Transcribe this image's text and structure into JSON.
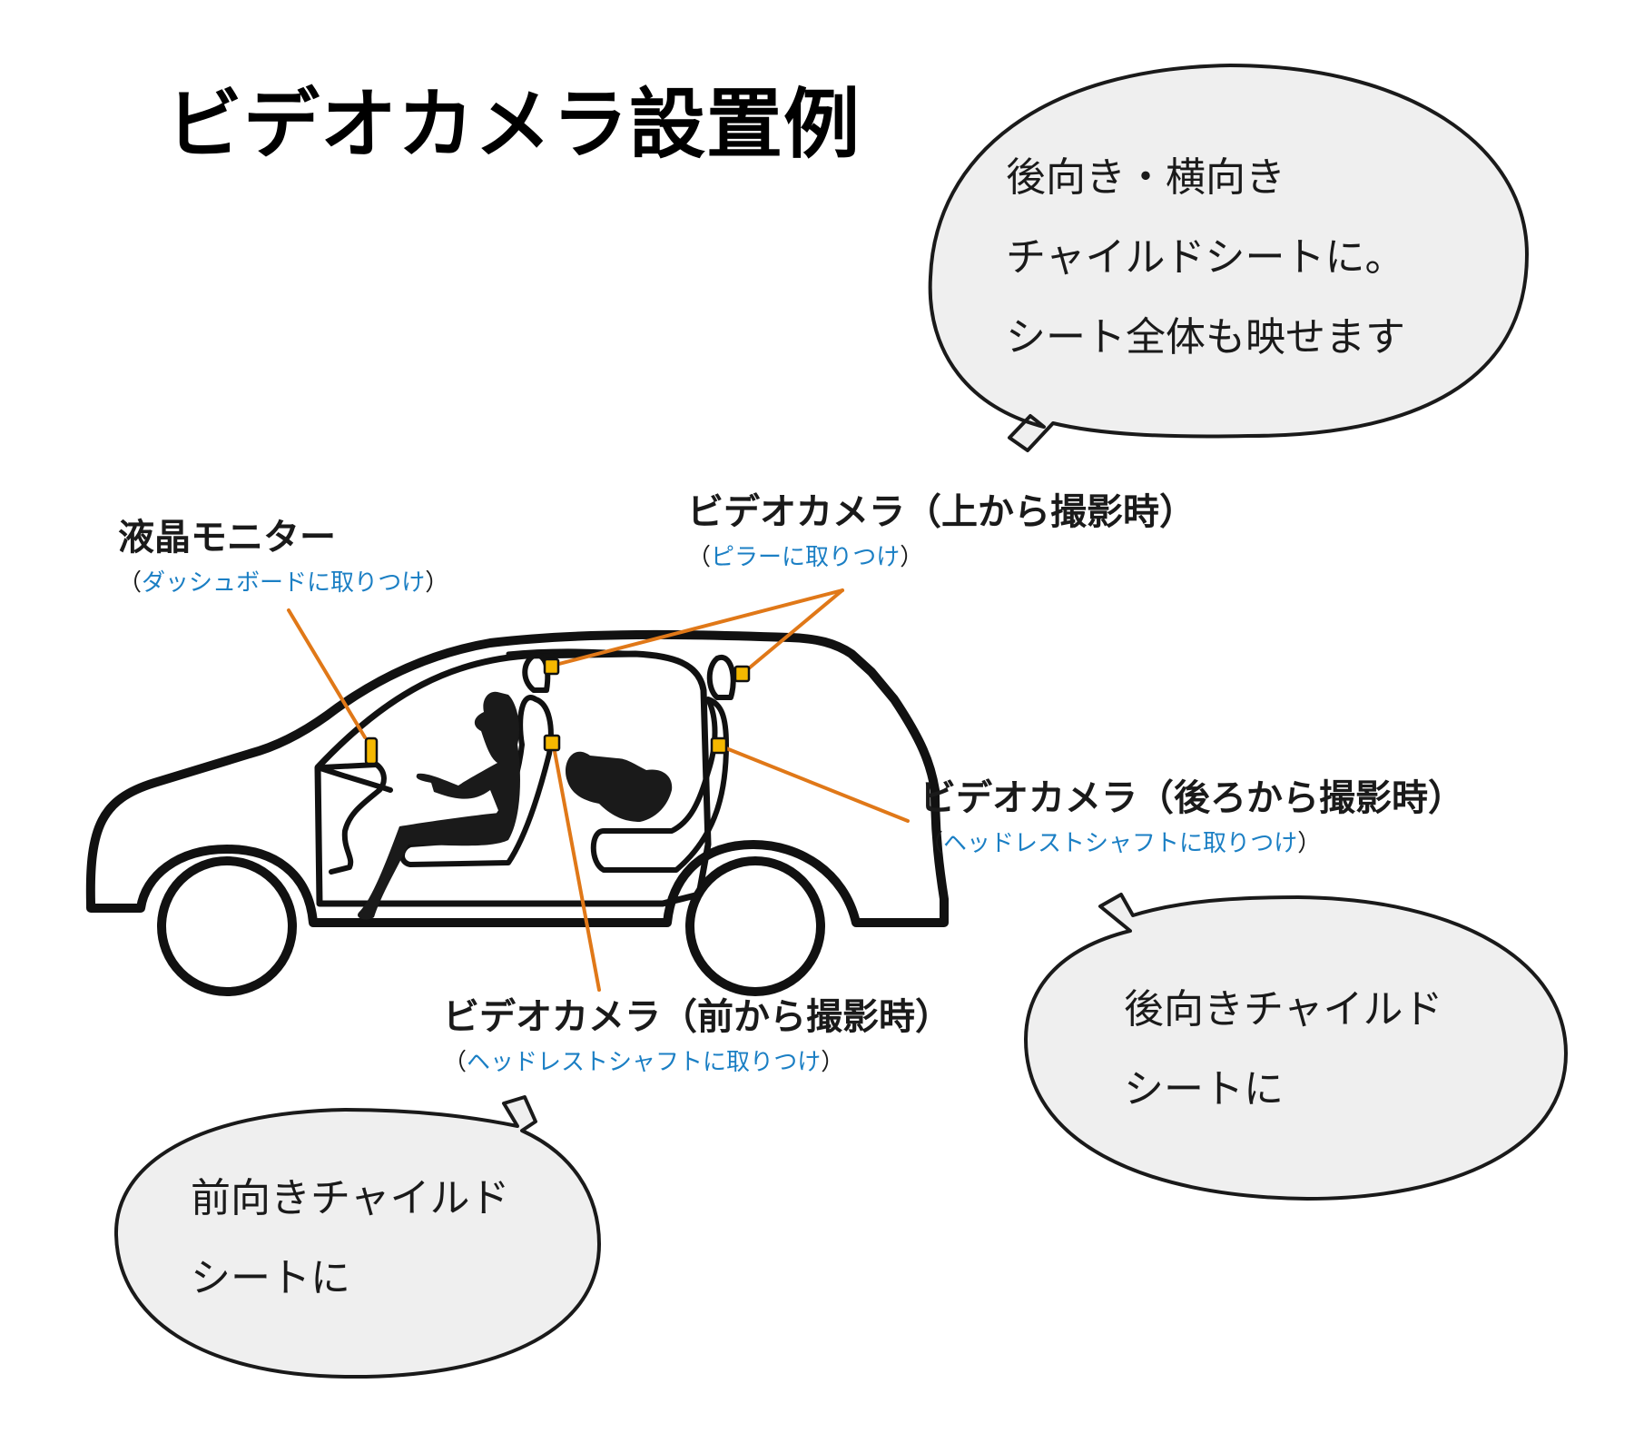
{
  "title": "ビデオカメラ設置例",
  "labels": {
    "monitor": {
      "title": "液晶モニター",
      "note": "ダッシュボードに取りつけ"
    },
    "top_camera": {
      "title": "ビデオカメラ（上から撮影時）",
      "note": "ピラーに取りつけ"
    },
    "rear_camera": {
      "title": "ビデオカメラ（後ろから撮影時）",
      "note": "ヘッドレストシャフトに取りつけ"
    },
    "front_camera": {
      "title": "ビデオカメラ（前から撮影時）",
      "note": "ヘッドレストシャフトに取りつけ"
    }
  },
  "bubbles": {
    "top_camera": [
      "後向き・横向き",
      "チャイルドシートに。",
      "シート全体も映せます"
    ],
    "rear_camera": [
      "後向きチャイルド",
      "シートに"
    ],
    "front_camera": [
      "前向きチャイルド",
      "シートに"
    ]
  },
  "colors": {
    "leader_line": "#e07818",
    "camera_marker": "#f5b800",
    "note_text": "#1b7fc4",
    "bubble_fill": "#efefef"
  }
}
